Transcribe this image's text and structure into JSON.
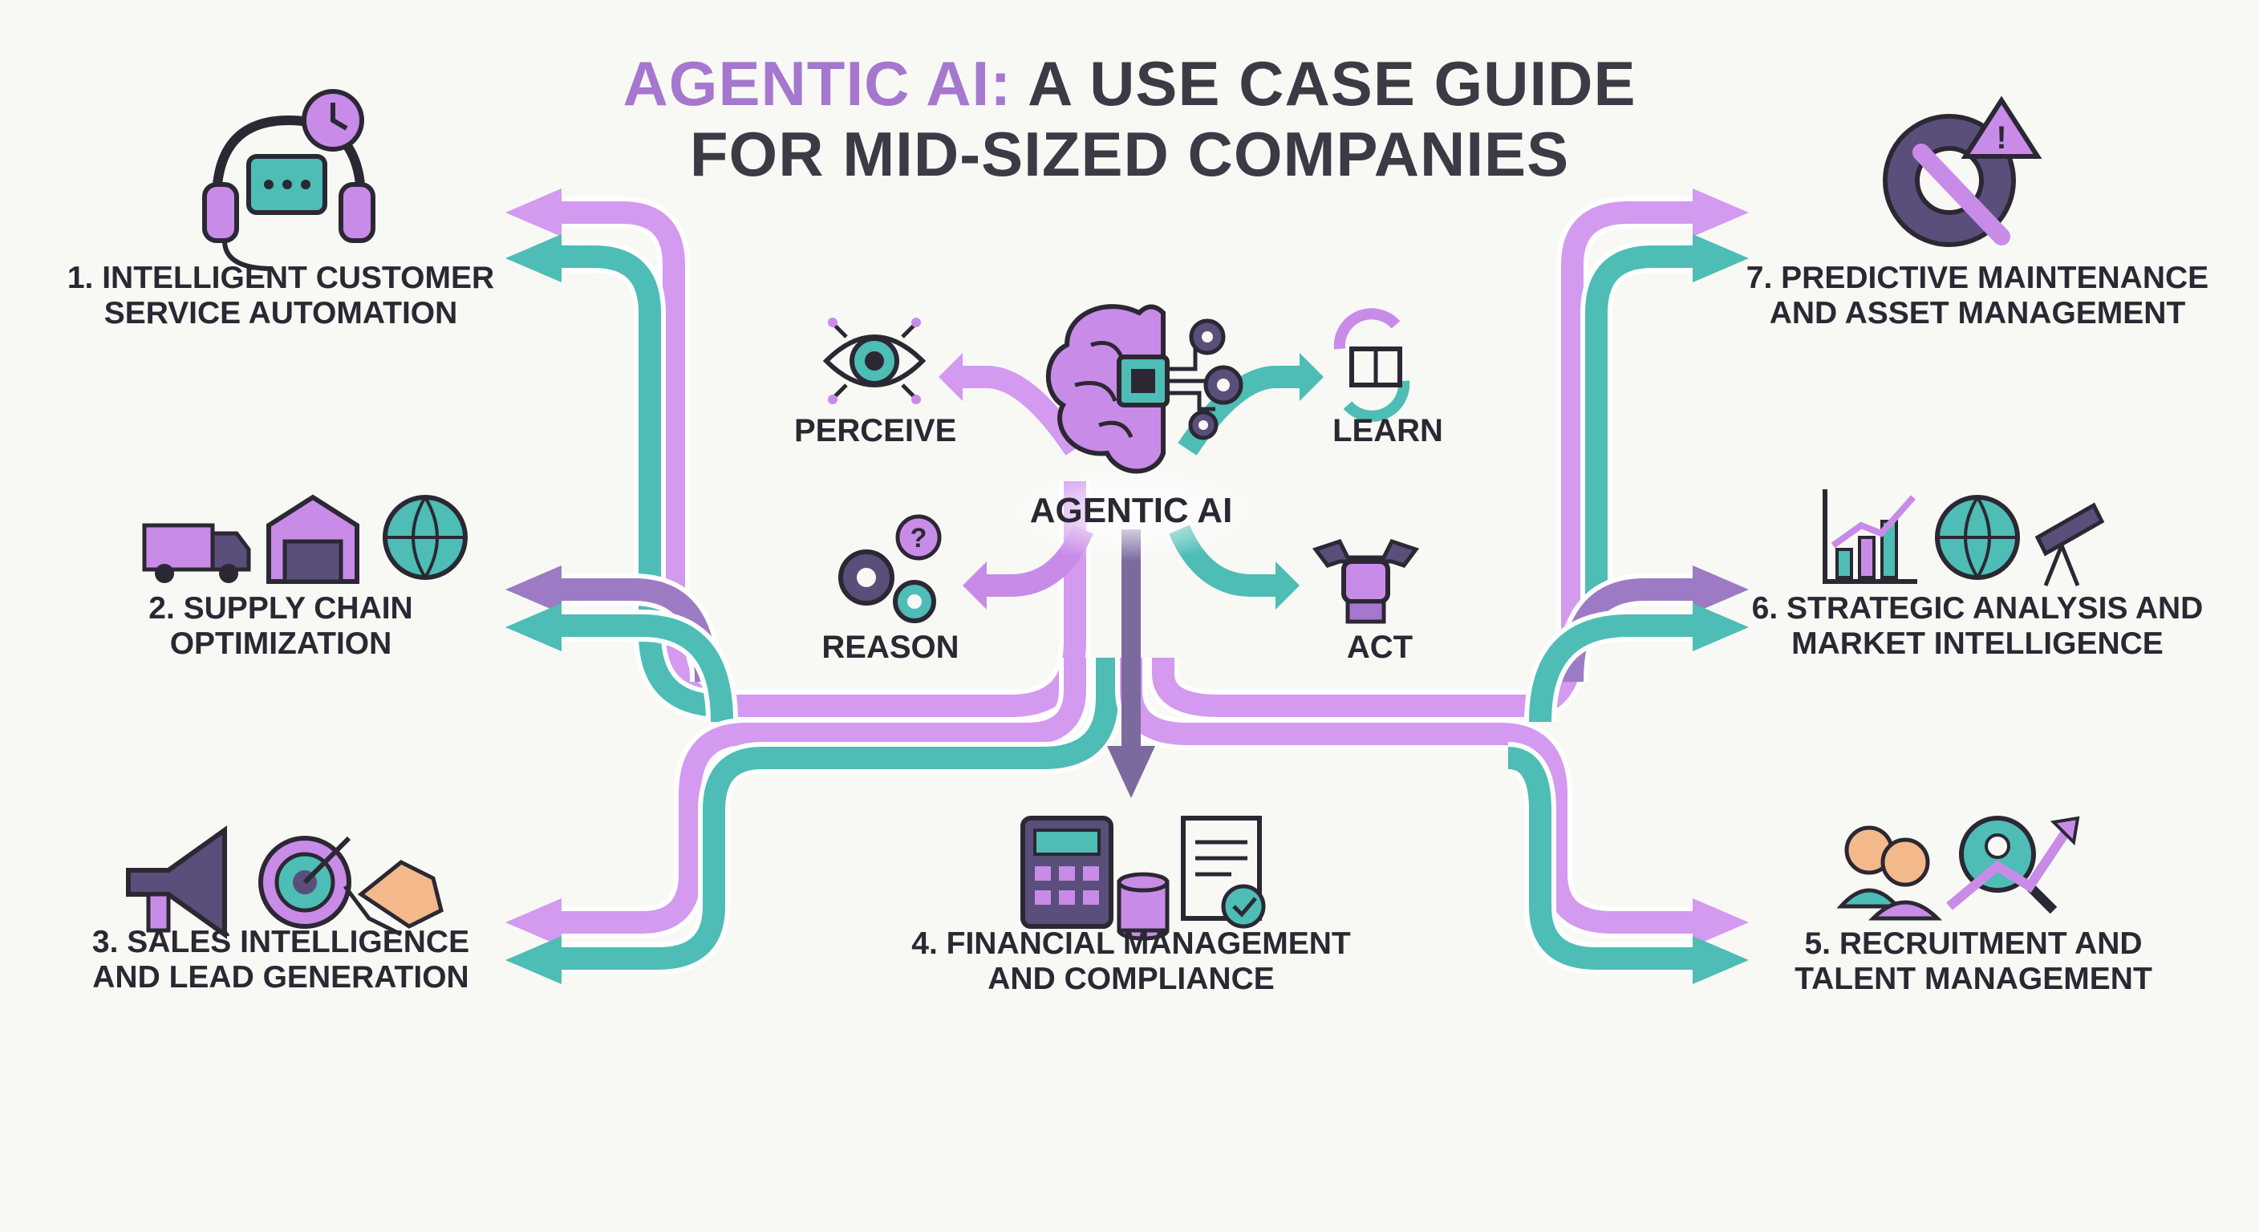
{
  "title": {
    "accent": "AGENTIC AI:",
    "line1_rest": " A USE CASE GUIDE",
    "line2": "FOR MID-SIZED COMPANIES"
  },
  "center": {
    "label": "AGENTIC AI"
  },
  "capabilities": {
    "perceive": "PERCEIVE",
    "learn": "LEARN",
    "reason": "REASON",
    "act": "ACT"
  },
  "use_cases": {
    "uc1": {
      "line1": "1. INTELLIGENT CUSTOMER",
      "line2": "SERVICE AUTOMATION",
      "icon": "headset-chat-icon"
    },
    "uc2": {
      "line1": "2. SUPPLY CHAIN",
      "line2": "OPTIMIZATION",
      "icon": "truck-warehouse-globe-icon"
    },
    "uc3": {
      "line1": "3. SALES INTELLIGENCE",
      "line2": "AND LEAD GENERATION",
      "icon": "megaphone-target-handshake-icon"
    },
    "uc4": {
      "line1": "4. FINANCIAL MANAGEMENT",
      "line2": "AND COMPLIANCE",
      "icon": "calculator-coins-document-icon"
    },
    "uc5": {
      "line1": "5. RECRUITMENT AND",
      "line2": "TALENT MANAGEMENT",
      "icon": "people-search-growth-icon"
    },
    "uc6": {
      "line1": "6. STRATEGIC ANALYSIS AND",
      "line2": "MARKET INTELLIGENCE",
      "icon": "chart-globe-telescope-icon"
    },
    "uc7": {
      "line1": "7. PREDICTIVE MAINTENANCE",
      "line2": "AND ASSET MANAGEMENT",
      "icon": "gear-wrench-alert-icon"
    }
  },
  "colors": {
    "purple": "#c98be8",
    "teal": "#4dbdb5",
    "dark": "#2b2833",
    "slate": "#6a5d8c",
    "accent": "#a577cf"
  }
}
